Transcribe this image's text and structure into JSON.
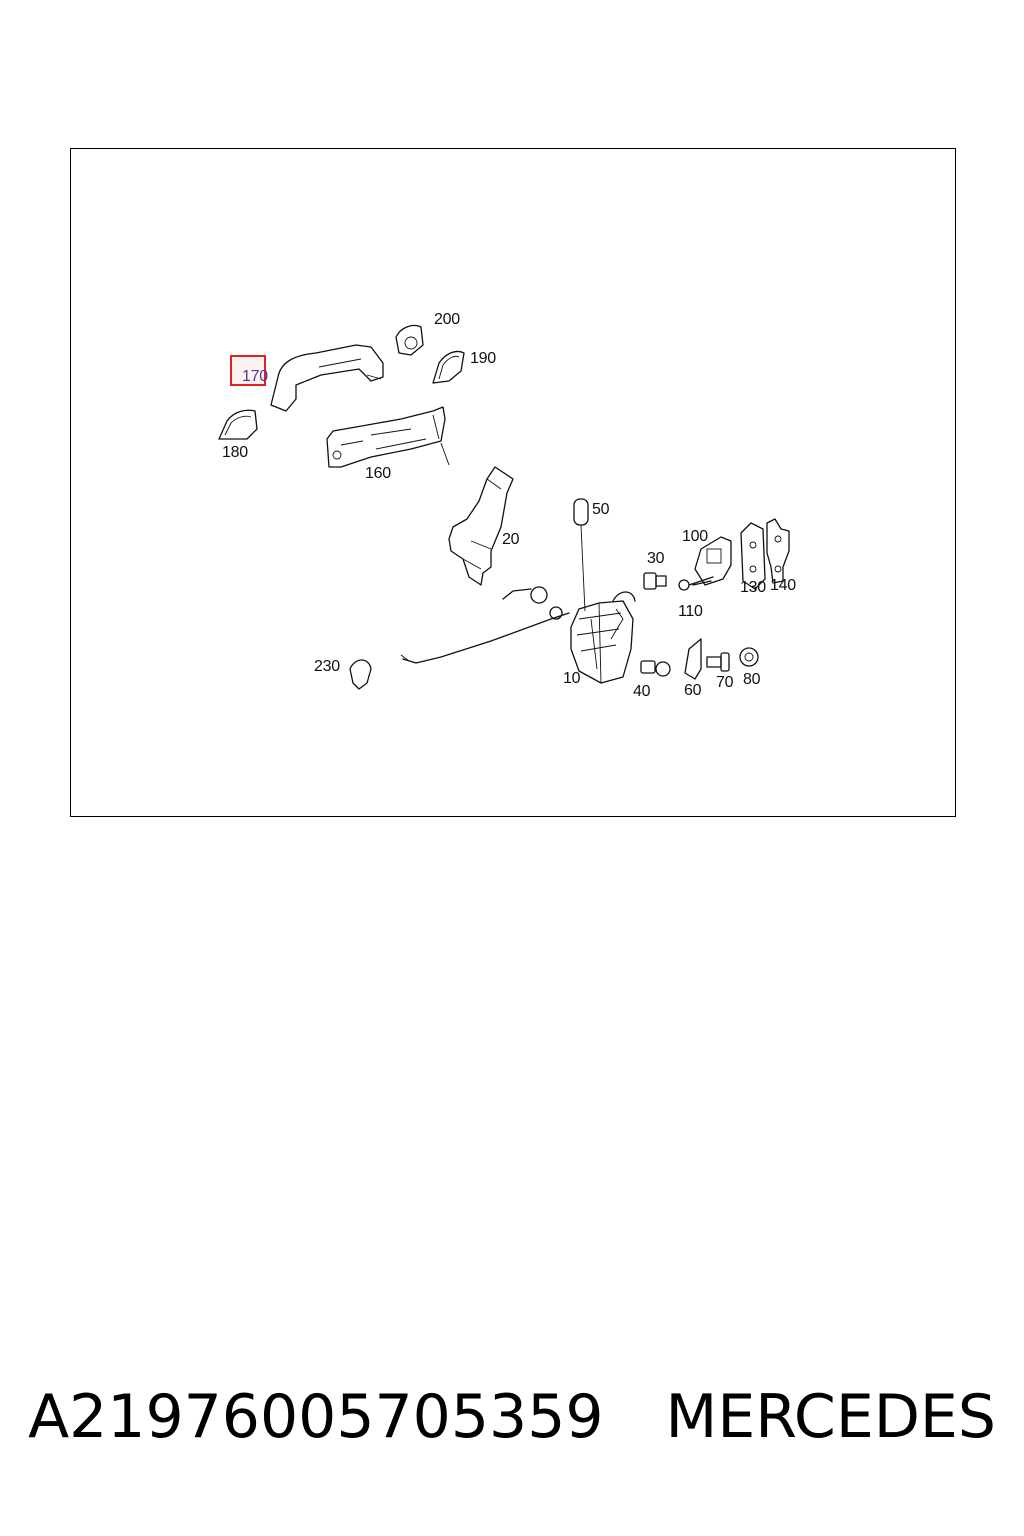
{
  "diagram": {
    "callouts": [
      "170",
      "200",
      "190",
      "180",
      "160",
      "20",
      "50",
      "30",
      "100",
      "110",
      "130",
      "140",
      "230",
      "10",
      "40",
      "60",
      "70",
      "80"
    ],
    "highlighted_callout": "170",
    "highlight_color": "#e02020"
  },
  "caption": {
    "part_number": "A21976005705359",
    "brand": "MERCEDES"
  }
}
